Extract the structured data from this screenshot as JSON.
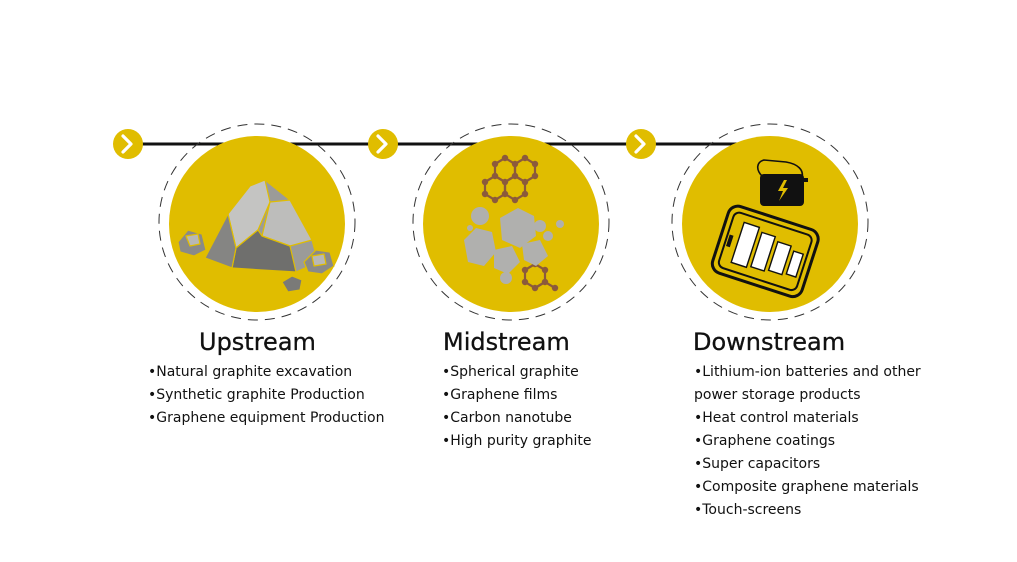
{
  "colors": {
    "accent": "#e0bd00",
    "line": "#111111",
    "rock_light": "#b4b4b4",
    "rock_dark": "#7a7a78",
    "molecule": "#8b5a3c"
  },
  "stages": [
    {
      "title": "Upstream",
      "icon": "graphite-rock-icon",
      "items": [
        "•Natural graphite excavation",
        "•Synthetic graphite Production",
        "•Graphene equipment Production"
      ]
    },
    {
      "title": "Midstream",
      "icon": "graphene-molecule-icon",
      "items": [
        "•Spherical graphite",
        "•Graphene films",
        "•Carbon nanotube",
        "•High purity graphite"
      ]
    },
    {
      "title": "Downstream",
      "icon": "battery-phone-icon",
      "items": [
        "•Lithium-ion batteries and other",
        " power storage products",
        "•Heat control materials",
        "•Graphene coatings",
        "•Super capacitors",
        "•Composite graphene materials",
        "•Touch-screens"
      ]
    }
  ]
}
